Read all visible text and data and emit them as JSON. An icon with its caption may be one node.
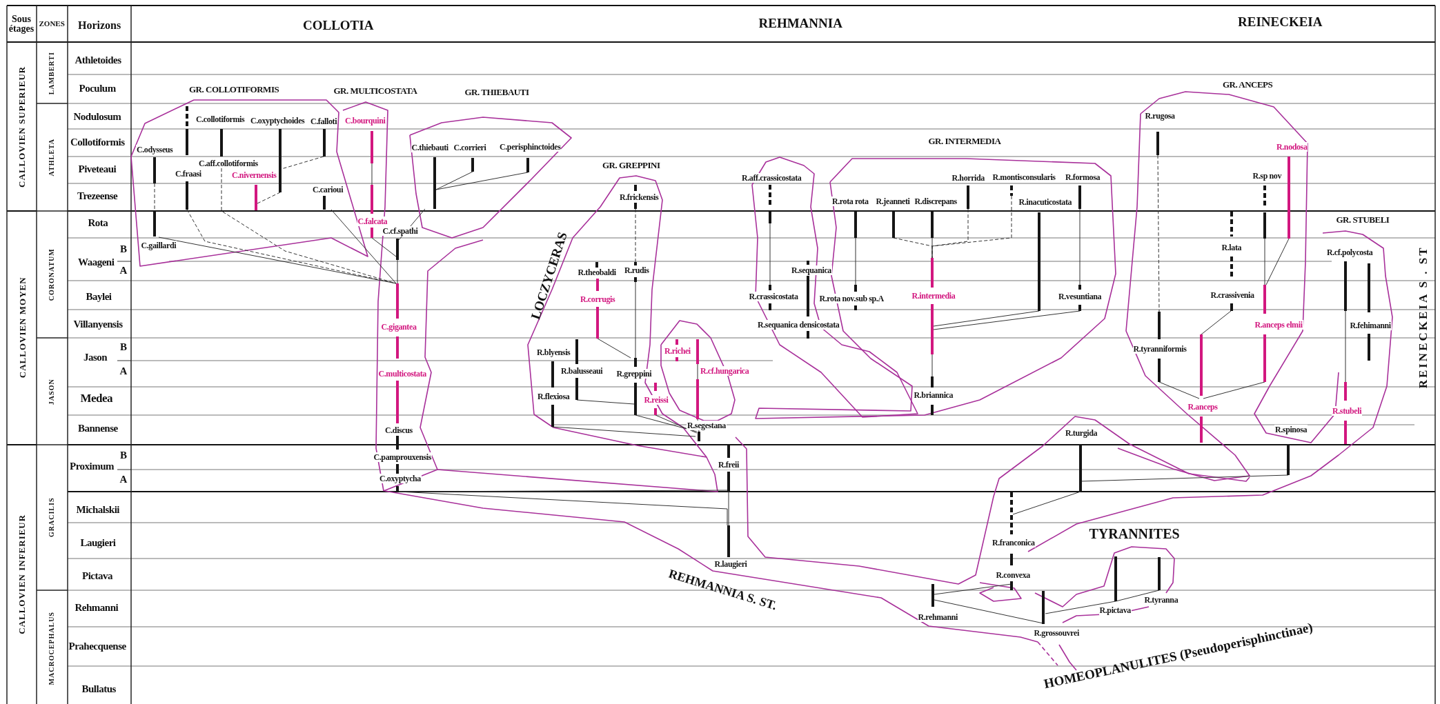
{
  "diagram": {
    "nodes": [
      {
        "text": [
          "C.odysseus"
        ]
      },
      {
        "text": [
          "C.collotiformis"
        ]
      },
      {
        "text": [
          "C.oxyptychoides"
        ]
      },
      {
        "text": [
          "C.falloti"
        ]
      },
      {
        "text": [
          "C.bourquini"
        ]
      },
      {
        "text": [
          "C.fraasi"
        ]
      },
      {
        "text": [
          "C.aff.collotiformis"
        ]
      },
      {
        "text": [
          "C.nivernensis"
        ]
      },
      {
        "text": [
          "C.thiebauti"
        ]
      },
      {
        "text": [
          "C.corrieri"
        ]
      },
      {
        "text": [
          "C.perisphinctoides"
        ]
      },
      {
        "text": [
          "C.carioui"
        ]
      },
      {
        "text": [
          "C.gaillardi"
        ]
      },
      {
        "text": [
          "C.falcata"
        ]
      },
      {
        "text": [
          "C.cf.spathi"
        ]
      },
      {
        "text": [
          "C.gigantea"
        ]
      },
      {
        "text": [
          "C.multicostata"
        ]
      },
      {
        "text": [
          "C.discus"
        ]
      },
      {
        "text": [
          "C.pamprouxensis"
        ]
      },
      {
        "text": [
          "C.oxyptycha"
        ]
      },
      {
        "text": [
          "R.frickensis"
        ]
      },
      {
        "text": [
          "R.theobaldi"
        ]
      },
      {
        "text": [
          "R.rudis"
        ]
      },
      {
        "text": [
          "R.corrugis"
        ]
      },
      {
        "text": [
          "R.blyensis"
        ]
      },
      {
        "text": [
          "R.balusseaui"
        ]
      },
      {
        "text": [
          "R.greppini"
        ]
      },
      {
        "text": [
          "R.flexiosa"
        ]
      },
      {
        "text": [
          "R.reissi"
        ]
      },
      {
        "text": [
          "R.richei"
        ]
      },
      {
        "text": [
          "R.cf.hungarica"
        ]
      },
      {
        "text": [
          "R.segestana"
        ]
      },
      {
        "text": [
          "R.freii"
        ]
      },
      {
        "text": [
          "R.laugieri"
        ]
      },
      {
        "text": [
          "R.aff.crassicostata"
        ]
      },
      {
        "text": [
          "R.sequanica"
        ]
      },
      {
        "text": [
          "R.crassicostata"
        ]
      },
      {
        "text": [
          "R.sequanica densicostata"
        ]
      },
      {
        "text": [
          "R.rota rota"
        ]
      },
      {
        "text": [
          "R.rota nov.sub sp.A"
        ]
      },
      {
        "text": [
          "R.jeanneti"
        ]
      },
      {
        "text": [
          "R.discrepans"
        ]
      },
      {
        "text": [
          "R.horrida"
        ]
      },
      {
        "text": [
          "R.montisconsularis"
        ]
      },
      {
        "text": [
          "R.formosa"
        ]
      },
      {
        "text": [
          "R.inacuticostata"
        ]
      },
      {
        "text": [
          "R.intermedia"
        ]
      },
      {
        "text": [
          "R.vesuntiana"
        ]
      },
      {
        "text": [
          "R.briannica"
        ]
      },
      {
        "text": [
          "R.rugosa"
        ]
      },
      {
        "text": [
          "R.nodosa"
        ]
      },
      {
        "text": [
          "R.sp nov"
        ]
      },
      {
        "text": [
          "R.lata"
        ]
      },
      {
        "text": [
          "R.crassivenia"
        ]
      },
      {
        "text": [
          "R.cf.polycosta"
        ]
      },
      {
        "text": [
          "R.fehimanni"
        ]
      },
      {
        "text": [
          "R.tyranniformis"
        ]
      },
      {
        "text": [
          "R.anceps elmii"
        ]
      },
      {
        "text": [
          "R.anceps"
        ]
      },
      {
        "text": [
          "R.stubeli"
        ]
      },
      {
        "text": [
          "R.spinosa"
        ]
      },
      {
        "text": [
          "R.turgida"
        ]
      },
      {
        "text": [
          "R.franconica"
        ]
      },
      {
        "text": [
          "R.convexa"
        ]
      },
      {
        "text": [
          "R.rehmanni"
        ]
      },
      {
        "text": [
          "R.grossouvrei"
        ]
      },
      {
        "text": [
          "R.pictava"
        ]
      },
      {
        "text": [
          "R.tyranna"
        ]
      }
    ],
    "edges": [
      {
        "from": 0,
        "to": 12,
        "arrow": "none",
        "style": "dashed"
      },
      {
        "from": 3,
        "to": 2,
        "arrow": "none",
        "style": "dashed"
      },
      {
        "from": 7,
        "to": 2,
        "arrow": "none",
        "style": "dashed"
      },
      {
        "from": 4,
        "to": 13,
        "arrow": "none"
      },
      {
        "from": 13,
        "to": 14,
        "arrow": "none"
      },
      {
        "from": 8,
        "to": 14,
        "arrow": "none"
      },
      {
        "from": 9,
        "to": 8,
        "arrow": "none"
      },
      {
        "from": 10,
        "to": 8,
        "arrow": "none"
      },
      {
        "from": 11,
        "to": 15,
        "arrow": "none"
      },
      {
        "from": 14,
        "to": 15,
        "arrow": "none"
      },
      {
        "from": 12,
        "to": 15,
        "arrow": "none"
      },
      {
        "from": 5,
        "to": 15,
        "arrow": "none",
        "style": "dashed"
      },
      {
        "from": 6,
        "to": 15,
        "arrow": "none",
        "style": "dashed"
      },
      {
        "from": 19,
        "to": 32,
        "arrow": "none"
      },
      {
        "from": 19,
        "to": 33,
        "arrow": "none"
      },
      {
        "from": 20,
        "to": 22,
        "arrow": "none",
        "style": "dashed"
      },
      {
        "from": 22,
        "to": 26,
        "arrow": "none"
      },
      {
        "from": 23,
        "to": 26,
        "arrow": "none"
      },
      {
        "from": 25,
        "to": 26,
        "arrow": "none"
      },
      {
        "from": 26,
        "to": 31,
        "arrow": "none"
      },
      {
        "from": 28,
        "to": 31,
        "arrow": "none"
      },
      {
        "from": 27,
        "to": 31,
        "arrow": "none"
      },
      {
        "from": 29,
        "to": 30,
        "arrow": "none"
      },
      {
        "from": 30,
        "to": 31,
        "arrow": "none"
      },
      {
        "from": 32,
        "to": 33,
        "arrow": "none"
      },
      {
        "from": 34,
        "to": 36,
        "arrow": "none"
      },
      {
        "from": 38,
        "to": 39,
        "arrow": "none"
      },
      {
        "from": 40,
        "to": 46,
        "arrow": "none",
        "style": "dashed"
      },
      {
        "from": 41,
        "to": 46,
        "arrow": "none"
      },
      {
        "from": 42,
        "to": 46,
        "arrow": "none",
        "style": "dashed"
      },
      {
        "from": 43,
        "to": 46,
        "arrow": "none",
        "style": "dashed"
      },
      {
        "from": 45,
        "to": 46,
        "arrow": "none"
      },
      {
        "from": 47,
        "to": 46,
        "arrow": "none"
      },
      {
        "from": 44,
        "to": 47,
        "arrow": "none"
      },
      {
        "from": 46,
        "to": 48,
        "arrow": "none"
      },
      {
        "from": 49,
        "to": 56,
        "arrow": "none",
        "style": "dashed"
      },
      {
        "from": 51,
        "to": 57,
        "arrow": "none"
      },
      {
        "from": 50,
        "to": 57,
        "arrow": "none"
      },
      {
        "from": 53,
        "to": 58,
        "arrow": "none"
      },
      {
        "from": 56,
        "to": 58,
        "arrow": "none"
      },
      {
        "from": 57,
        "to": 58,
        "arrow": "none"
      },
      {
        "from": 54,
        "to": 59,
        "arrow": "none"
      },
      {
        "from": 61,
        "to": 60,
        "arrow": "none"
      },
      {
        "from": 62,
        "to": 61,
        "arrow": "none"
      },
      {
        "from": 64,
        "to": 63,
        "arrow": "none"
      },
      {
        "from": 64,
        "to": 65,
        "arrow": "none"
      },
      {
        "from": 65,
        "to": 66,
        "arrow": "none"
      },
      {
        "from": 66,
        "to": 67,
        "arrow": "none"
      }
    ],
    "labels": [
      "Sous étages",
      "ZONES",
      "Horizons",
      "COLLOTIA",
      "REHMANNIA",
      "REINECKEIA",
      "CALLOVIEN SUPERIEUR",
      "LAMBERTI",
      "Athletoides",
      "Poculum",
      "GR. COLLOTIFORMIS",
      "GR. MULTICOSTATA",
      "GR. THIEBAUTI",
      "GR. ANCEPS",
      "ATHLETA",
      "Nodulosum",
      "Collotiformis",
      "Piveteaui",
      "Trezeense",
      "GR. INTERMEDIA",
      "GR. GREPPINI",
      "CALLOVIEN MOYEN",
      "CORONATUM",
      "Rota",
      "GR. STUBELI",
      "Waageni",
      "B",
      "A",
      "REINECKEIA S . ST",
      "LOCZYCERAS",
      "Baylei",
      "Villanyensis",
      "JASON",
      "Jason",
      "B",
      "A",
      "Medea",
      "Bannense",
      "CALLOVIEN INFERIEUR",
      "GRACILIS",
      "Proximum",
      "B",
      "A",
      "Michalskii",
      "Laugieri",
      "TYRANNITES",
      "Pictava",
      "REHMANNIA S. ST.",
      "MACROCEPHALUS",
      "Rehmanni",
      "Prahecquense",
      "HOMEOPLANULITES (Pseudoperisphinctinae)",
      "Bullatus"
    ]
  }
}
